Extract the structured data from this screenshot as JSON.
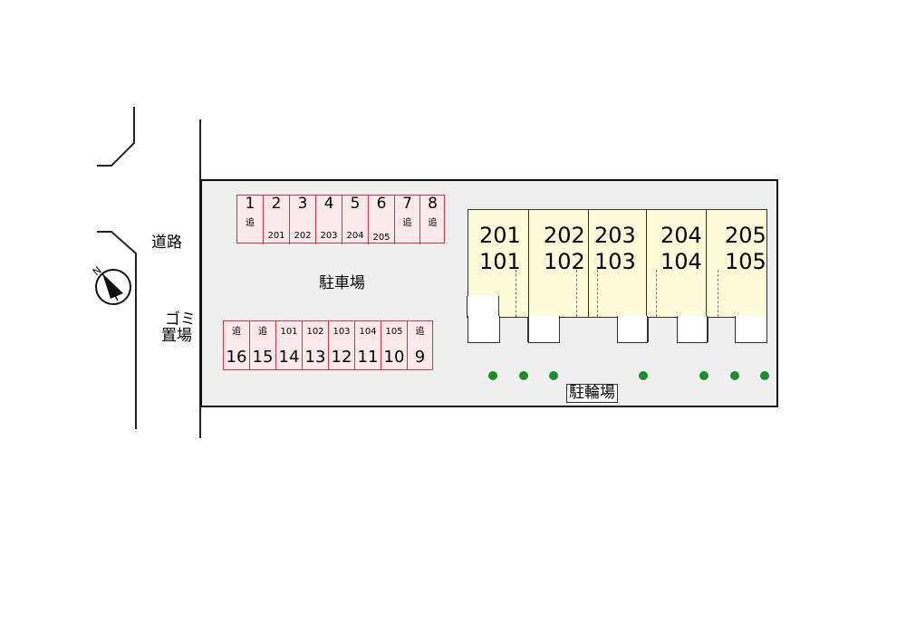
{
  "labels": {
    "road": "道路",
    "parking": "駐車場",
    "garbage_line1": "ゴミ",
    "garbage_line2": "置場",
    "bike_parking": "駐輪場"
  },
  "compass": {
    "north": "N"
  },
  "parking_top": [
    {
      "number": "1",
      "tag": "追"
    },
    {
      "number": "2",
      "tag": "201"
    },
    {
      "number": "3",
      "tag": "202"
    },
    {
      "number": "4",
      "tag": "203"
    },
    {
      "number": "5",
      "tag": "204"
    },
    {
      "number": "6",
      "tag": "205"
    },
    {
      "number": "7",
      "tag": "追"
    },
    {
      "number": "8",
      "tag": "追"
    }
  ],
  "parking_bottom": [
    {
      "number": "16",
      "tag": "追"
    },
    {
      "number": "15",
      "tag": "追"
    },
    {
      "number": "14",
      "tag": "101"
    },
    {
      "number": "13",
      "tag": "102"
    },
    {
      "number": "12",
      "tag": "103"
    },
    {
      "number": "11",
      "tag": "104"
    },
    {
      "number": "10",
      "tag": "105"
    },
    {
      "number": "9",
      "tag": "追"
    }
  ],
  "units": [
    {
      "upper": "201",
      "lower": "101"
    },
    {
      "upper": "202",
      "lower": "102"
    },
    {
      "upper": "203",
      "lower": "103"
    },
    {
      "upper": "204",
      "lower": "104"
    },
    {
      "upper": "205",
      "lower": "105"
    }
  ],
  "colors": {
    "parking_fill": "#fbe8ea",
    "parking_border": "#c2394d",
    "unit_fill": "#fefcd9",
    "site_fill": "#efefef",
    "tree": "#1e8c2c"
  }
}
